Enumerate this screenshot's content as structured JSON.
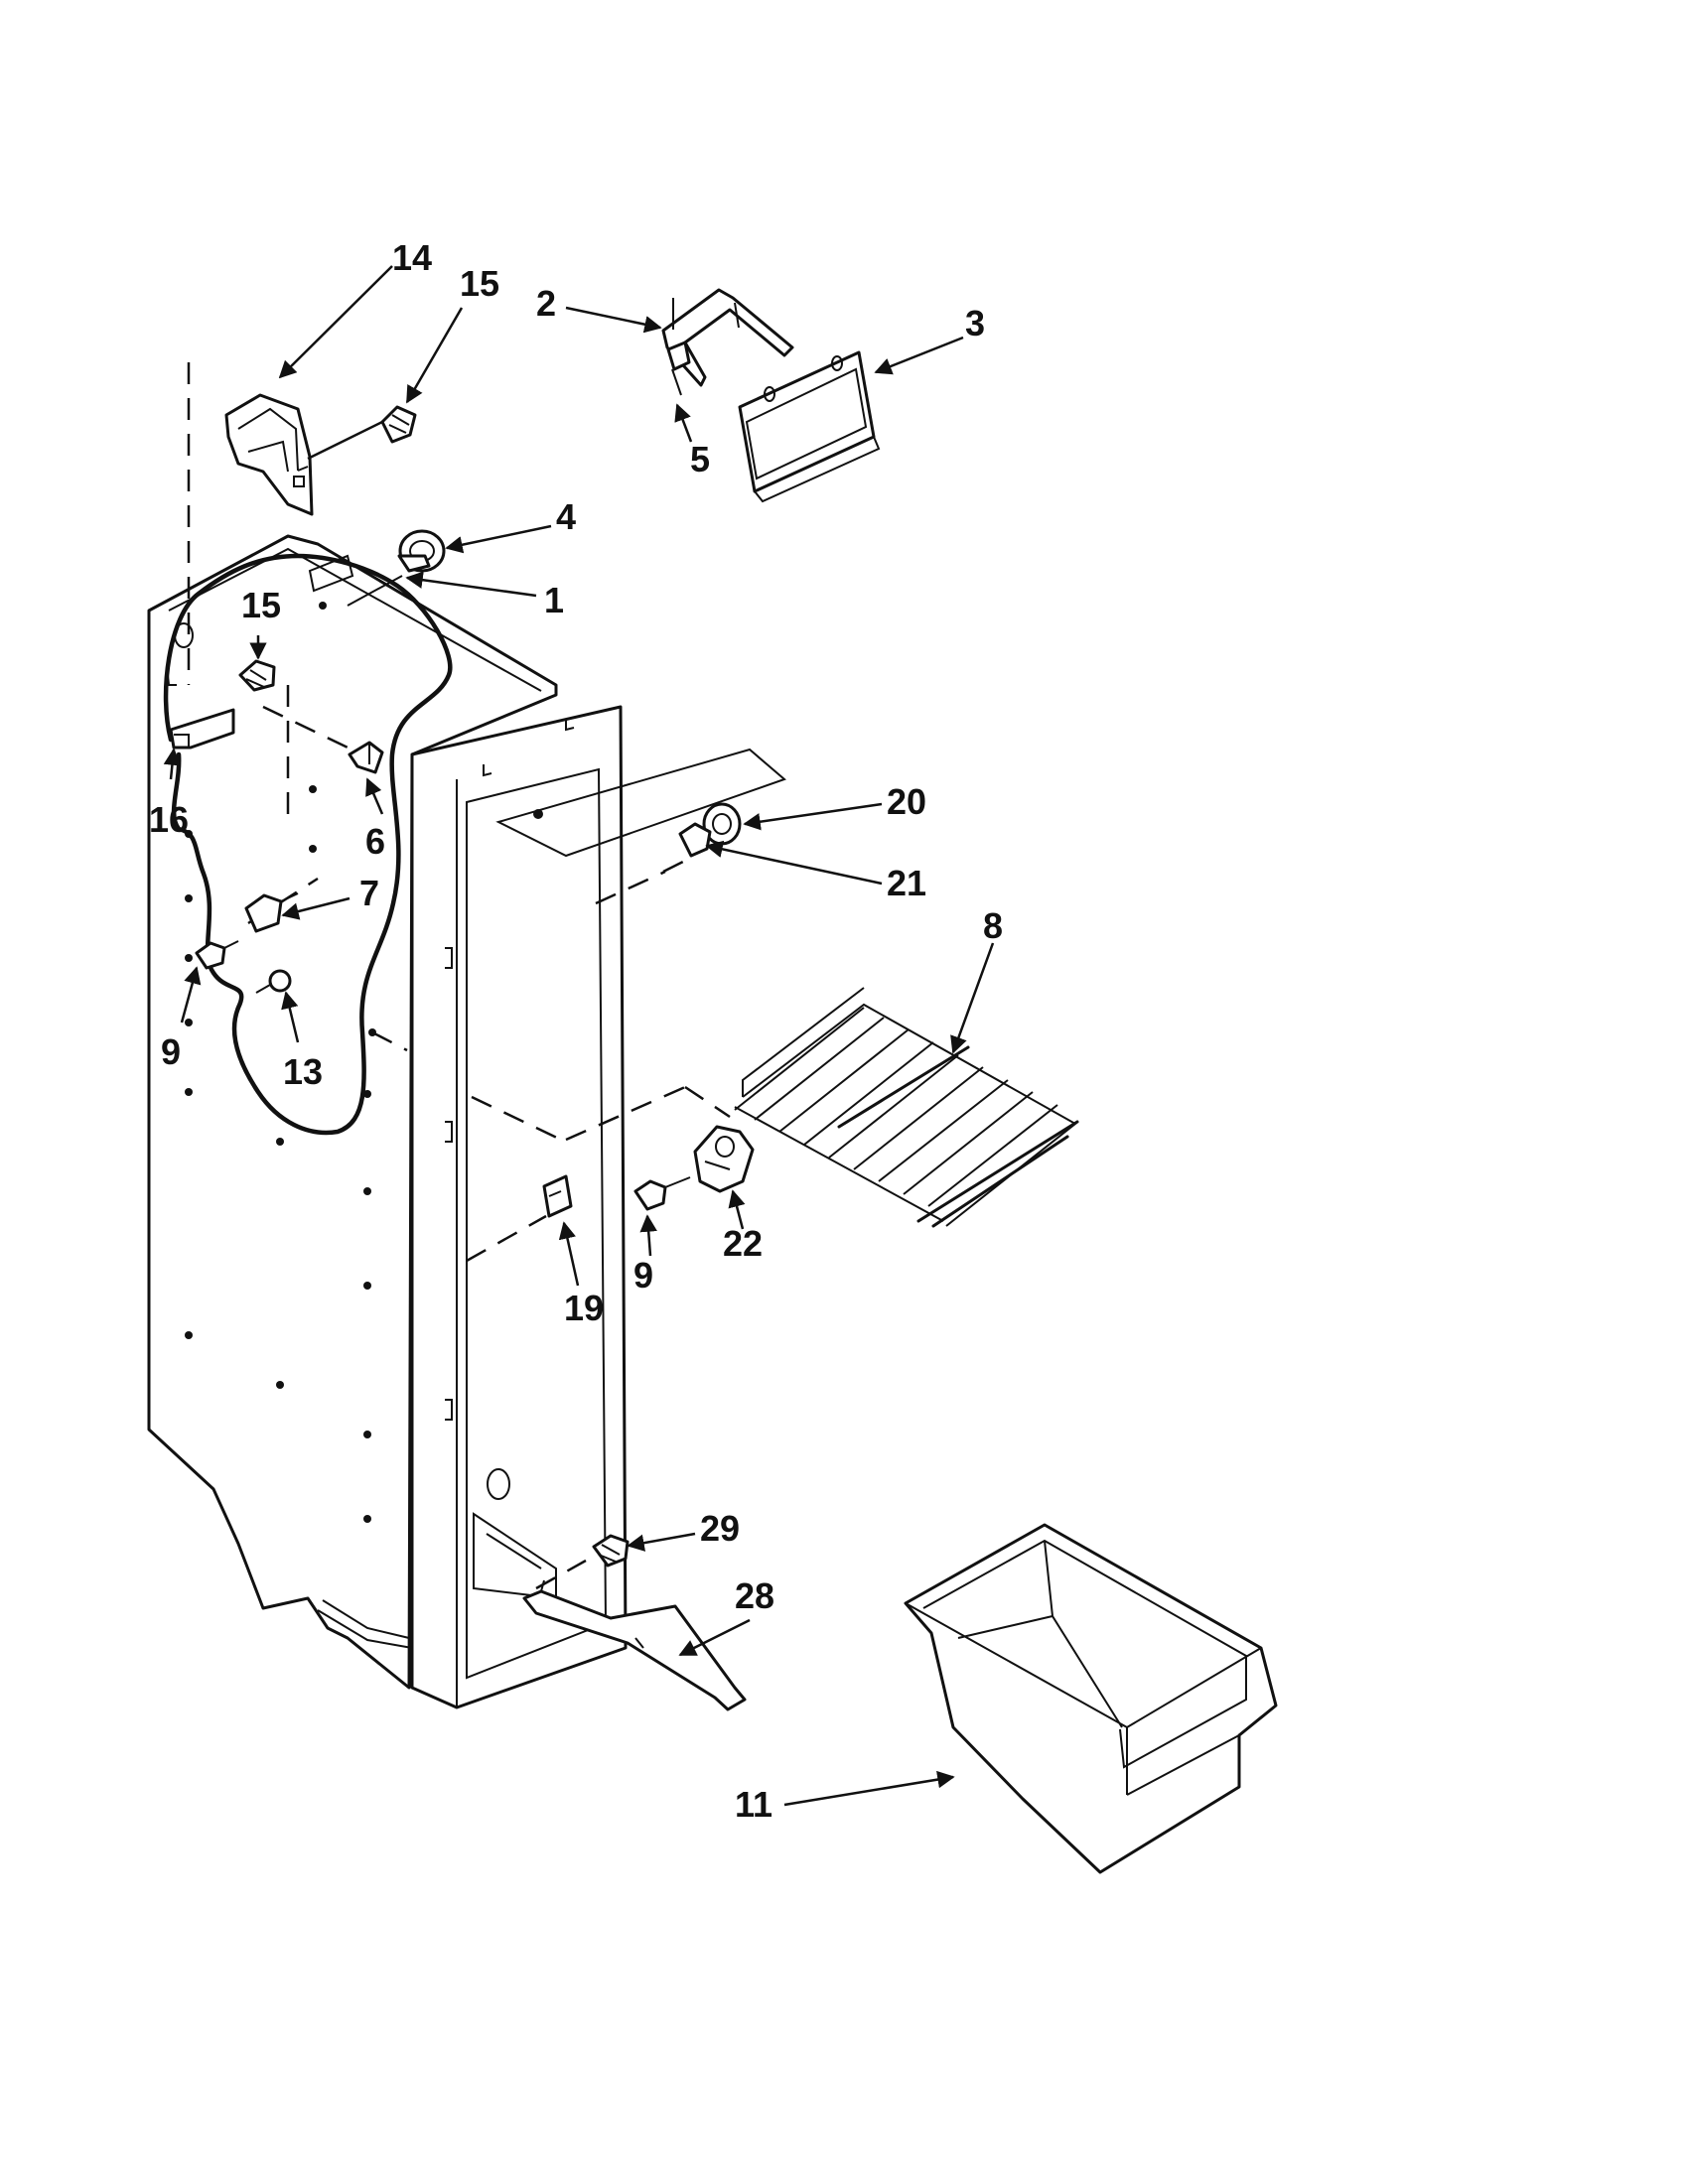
{
  "callouts": [
    {
      "id": "c14a",
      "label": "14"
    },
    {
      "id": "c15a",
      "label": "15"
    },
    {
      "id": "c2",
      "label": "2"
    },
    {
      "id": "c3",
      "label": "3"
    },
    {
      "id": "c5",
      "label": "5"
    },
    {
      "id": "c4",
      "label": "4"
    },
    {
      "id": "c1",
      "label": "1"
    },
    {
      "id": "c15b",
      "label": "15"
    },
    {
      "id": "c16",
      "label": "16"
    },
    {
      "id": "c6",
      "label": "6"
    },
    {
      "id": "c7",
      "label": "7"
    },
    {
      "id": "c9a",
      "label": "9"
    },
    {
      "id": "c13",
      "label": "13"
    },
    {
      "id": "c20",
      "label": "20"
    },
    {
      "id": "c21",
      "label": "21"
    },
    {
      "id": "c8",
      "label": "8"
    },
    {
      "id": "c22",
      "label": "22"
    },
    {
      "id": "c9b",
      "label": "9"
    },
    {
      "id": "c19",
      "label": "19"
    },
    {
      "id": "c29",
      "label": "29"
    },
    {
      "id": "c28",
      "label": "28"
    },
    {
      "id": "c11",
      "label": "11"
    }
  ]
}
